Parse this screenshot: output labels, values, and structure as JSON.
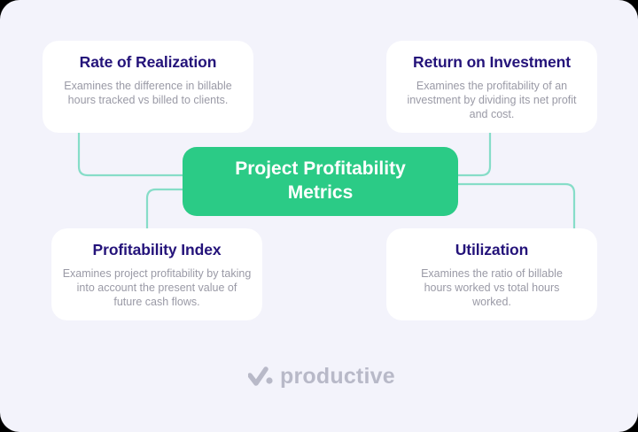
{
  "center": {
    "title_line1": "Project Profitability",
    "title_line2": "Metrics"
  },
  "cards": [
    {
      "title": "Rate of Realization",
      "description": "Examines the difference in billable hours tracked vs billed to clients."
    },
    {
      "title": "Return on Investment",
      "description": "Examines the profitability of an investment by dividing its net profit and cost."
    },
    {
      "title": "Profitability Index",
      "description": "Examines project profitability by taking into account the present value of future cash flows."
    },
    {
      "title": "Utilization",
      "description": "Examines the ratio of billable hours worked vs total hours worked."
    }
  ],
  "logo": {
    "text": "productive",
    "icon": "checkmark-dot-icon"
  },
  "colors": {
    "accent": "#2bcb86",
    "line": "#86ddc8",
    "title": "#24137a",
    "body": "#9a9aa6",
    "background": "#f3f3fb"
  }
}
